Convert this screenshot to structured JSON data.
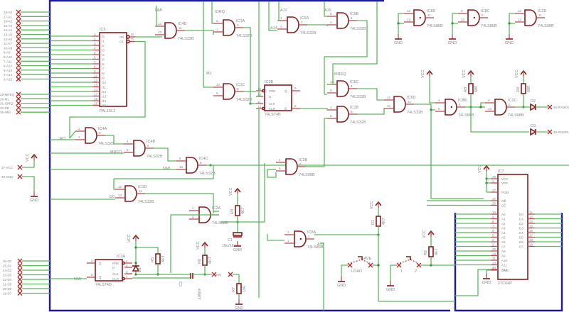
{
  "connector_left_top": [
    "18-A0",
    "17-A1",
    "16-A2",
    "15-A3",
    "14-A4",
    "13-A5",
    "12-A6",
    "11-A7",
    "10-A8",
    "9-A9",
    "8-A10",
    "7-A11",
    "6-A12",
    "5-A13",
    "4-A14",
    "3-A15"
  ],
  "connector_left_ctrl": [
    "28-MREQ",
    "29-M1",
    "31-IORQ",
    "32-RD",
    "36-NMI"
  ],
  "connector_power": [
    "27-VCC",
    "49-GND"
  ],
  "connector_data": [
    "26-D0",
    "25-D1",
    "24-D2",
    "23-D3",
    "22-D4",
    "21-D5",
    "20-D6",
    "19-D7"
  ],
  "connector_right": [
    "45-RAMDIS",
    "43-ROMDIS"
  ],
  "pal": {
    "name": "IC5",
    "part": "PAL16L2",
    "inputs": [
      "I0",
      "I1",
      "I2",
      "I3",
      "I4",
      "I5",
      "I6",
      "I7",
      "I8",
      "I9",
      "I10",
      "I11",
      "I12",
      "I13",
      "I14",
      "I15"
    ],
    "in_pins": [
      "1",
      "2",
      "3",
      "4",
      "5",
      "6",
      "7",
      "8",
      "9",
      "11",
      "12",
      "13",
      "14",
      "17",
      "18",
      "19"
    ],
    "outputs": [
      "O0",
      "O1"
    ],
    "out_pins": [
      "16",
      "15"
    ]
  },
  "gates": [
    {
      "id": "IC4D",
      "part": "74LS32B",
      "pins": [
        "12",
        "13",
        "11"
      ]
    },
    {
      "id": "IC1A",
      "part": "74LS32B",
      "pins": [
        "2",
        "1",
        "3"
      ]
    },
    {
      "id": "IC1C",
      "part": "74LS32B",
      "pins": [
        "10",
        "9",
        "8"
      ]
    },
    {
      "id": "IC6A",
      "part": "74LS32B",
      "pins": [
        "1",
        "2",
        "3"
      ]
    },
    {
      "id": "IC6B",
      "part": "74LS32B",
      "pins": [
        "5",
        "4",
        "6"
      ]
    },
    {
      "id": "IC6C",
      "part": "74LS32B",
      "pins": [
        "10",
        "9",
        "8"
      ]
    },
    {
      "id": "IC1B",
      "part": "74LS32B",
      "pins": [
        "4",
        "5",
        "6"
      ]
    },
    {
      "id": "IC6D",
      "part": "74LS32B",
      "pins": [
        "12",
        "13",
        "11"
      ]
    },
    {
      "id": "IC8B",
      "part": "74LS86B",
      "pins": [
        "4",
        "5",
        "6"
      ]
    },
    {
      "id": "IC2C",
      "part": "74LS08B",
      "pins": [
        "9",
        "10",
        "8"
      ]
    },
    {
      "id": "IC4A",
      "part": "74LS32B",
      "pins": [
        "2",
        "1",
        "3"
      ]
    },
    {
      "id": "IC4B",
      "part": "74LS32B",
      "pins": [
        "4",
        "5",
        "6"
      ]
    },
    {
      "id": "IC4C",
      "part": "74LS32B",
      "pins": [
        "9",
        "10",
        "8"
      ]
    },
    {
      "id": "IC1D",
      "part": "74LS32B",
      "pins": [
        "12",
        "13",
        "11"
      ]
    },
    {
      "id": "IC2B",
      "part": "74LS08B",
      "pins": [
        "4",
        "5",
        "6"
      ]
    },
    {
      "id": "IC2A",
      "part": "74LS08B",
      "pins": [
        "1",
        "2",
        "3"
      ]
    },
    {
      "id": "IC8A",
      "part": "74LS86B",
      "pins": [
        "2",
        "1",
        "3"
      ]
    },
    {
      "id": "IC8D",
      "part": "74LS86B",
      "pins": [
        "12",
        "13",
        "11"
      ]
    },
    {
      "id": "IC8C",
      "part": "74LS86B",
      "pins": [
        "9",
        "10",
        "8"
      ]
    },
    {
      "id": "IC2D",
      "part": "74LS08B",
      "pins": [
        "12",
        "13",
        "11"
      ]
    }
  ],
  "flipflops": [
    {
      "id": "IC3B",
      "part": "74LS74B",
      "labels": [
        "PRE",
        "D",
        "CLK",
        "CLR",
        "Q",
        "Q̅"
      ],
      "pins": [
        "10",
        "12",
        "11",
        "13",
        "9",
        "8"
      ]
    },
    {
      "id": "IC3A",
      "part": "74LS74D",
      "labels": [
        "PRE",
        "D",
        "CLK",
        "CLR",
        "Q",
        "Q̅"
      ],
      "pins": [
        "4",
        "2",
        "3",
        "1",
        "5",
        "6"
      ]
    }
  ],
  "eprom": {
    "id": "IC7",
    "part": "27C64P",
    "power": [
      "VCC",
      "VPP",
      "PGM"
    ],
    "power_pins": [
      "28",
      "1",
      "27"
    ],
    "ctrl": [
      "OE̅",
      "CE̅"
    ],
    "ctrl_pins": [
      "22",
      "20"
    ],
    "addr": [
      "A0",
      "A1",
      "A2",
      "A3",
      "A4",
      "A5",
      "A6",
      "A7",
      "A8",
      "A9",
      "A10",
      "A11",
      "A12"
    ],
    "addr_pins": [
      "10",
      "9",
      "8",
      "7",
      "6",
      "5",
      "4",
      "3",
      "25",
      "24",
      "21",
      "23",
      "2"
    ],
    "data": [
      "D0",
      "D1",
      "D2",
      "D3",
      "D4",
      "D5",
      "D6",
      "D7"
    ],
    "data_pins": [
      "11",
      "12",
      "13",
      "15",
      "16",
      "17",
      "18",
      "19"
    ],
    "gnd": "GND",
    "gnd_pin": "14"
  },
  "net_labels": {
    "nmi": "NMI",
    "iorq": "IORQ",
    "m1": "M1",
    "a12": "A12",
    "a14": "A14",
    "a15": "A15",
    "mreq": "MREQ",
    "rd": "RD",
    "d0": "D0",
    "a13": "A13",
    "nm": "NM"
  },
  "passives": {
    "r1": "R1",
    "r1v": "4K7",
    "r2": "R2",
    "r2v": "4K7",
    "r3": "R3",
    "r3v": "4K7",
    "r4": "R4",
    "r4v": "680",
    "r5": "R5",
    "r5v": "4K7",
    "r6": "R6",
    "r6v": "4K7",
    "r7": "R7",
    "r7v": "150",
    "r8": "R8",
    "r8v": "680",
    "c1": "C1",
    "c1v": "10u/16v",
    "c2": "C2",
    "c2v": "100nF",
    "d1": "D1",
    "d2": "D2",
    "d3": "D3"
  },
  "switches": {
    "load": "LOAD",
    "save": "SAVE",
    "sw1": "1",
    "sw2": "2"
  },
  "power": {
    "vcc": "VCC",
    "gnd": "GND"
  }
}
